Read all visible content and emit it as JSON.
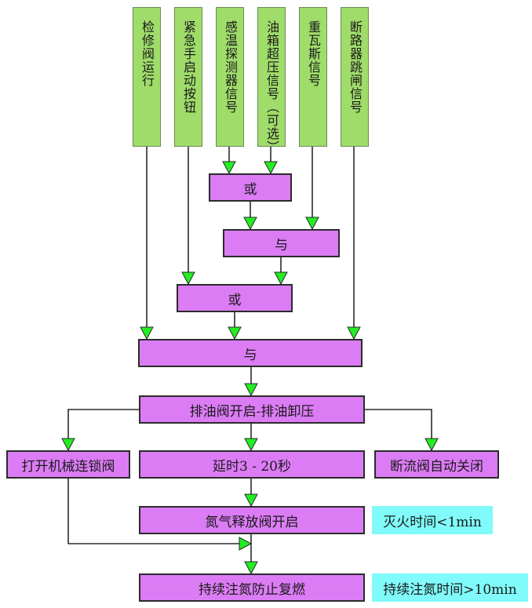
{
  "diagram": {
    "type": "flowchart",
    "colors": {
      "input_fill": "#9fdc6a",
      "process_fill": "#dc7cf5",
      "note_fill": "#80fafa",
      "arrow_fill": "#22ee22",
      "line": "#2b2b2b"
    },
    "inputs": [
      {
        "id": "in1",
        "label": "检修阀运行"
      },
      {
        "id": "in2",
        "label": "紧急手启动按钮"
      },
      {
        "id": "in3",
        "label": "感温探测器信号"
      },
      {
        "id": "in4",
        "label": "油箱超压信号（可选）"
      },
      {
        "id": "in5",
        "label": "重瓦斯信号"
      },
      {
        "id": "in6",
        "label": "断路器跳闸信号"
      }
    ],
    "gates": [
      {
        "id": "or1",
        "label": "或"
      },
      {
        "id": "and1",
        "label": "与"
      },
      {
        "id": "or2",
        "label": "或"
      },
      {
        "id": "and2",
        "label": "与"
      }
    ],
    "steps": [
      {
        "id": "drain",
        "label": "排油阀开启-排油卸压"
      },
      {
        "id": "interlock",
        "label": "打开机械连锁阀"
      },
      {
        "id": "delay",
        "label": "延时3 - 20秒"
      },
      {
        "id": "cutoff",
        "label": "断流阀自动关闭"
      },
      {
        "id": "nitrogen",
        "label": "氮气释放阀开启"
      },
      {
        "id": "sustain",
        "label": "持续注氮防止复燃"
      }
    ],
    "notes": [
      {
        "id": "note1",
        "label": "灭火时间<1min"
      },
      {
        "id": "note2",
        "label": "持续注氮时间>10min"
      }
    ],
    "edges": [
      [
        "in3",
        "or1"
      ],
      [
        "in4",
        "or1"
      ],
      [
        "or1",
        "and1"
      ],
      [
        "in5",
        "and1"
      ],
      [
        "in2",
        "or2"
      ],
      [
        "and1",
        "or2"
      ],
      [
        "in1",
        "and2"
      ],
      [
        "or2",
        "and2"
      ],
      [
        "in6",
        "and2"
      ],
      [
        "and2",
        "drain"
      ],
      [
        "drain",
        "interlock"
      ],
      [
        "drain",
        "delay"
      ],
      [
        "drain",
        "cutoff"
      ],
      [
        "delay",
        "nitrogen"
      ],
      [
        "nitrogen",
        "sustain"
      ],
      [
        "interlock",
        "sustain"
      ]
    ]
  }
}
